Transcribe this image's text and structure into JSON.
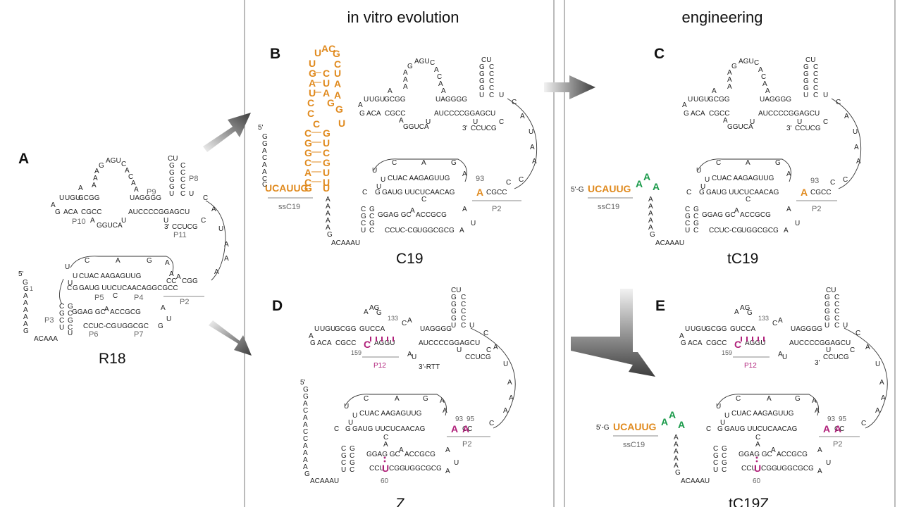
{
  "headers": {
    "evolution": "in vitro evolution",
    "engineering": "engineering"
  },
  "panels": {
    "A": {
      "letter": "A",
      "name": "R18",
      "labels": [
        "P3",
        "P4",
        "P5",
        "P6",
        "P7",
        "P8",
        "P9",
        "P10",
        "P11",
        "P2"
      ],
      "prime5": "5'",
      "prime3": "3'",
      "num1": "1"
    },
    "B": {
      "letter": "B",
      "name": "C19",
      "ss_label": "ssC19",
      "p2": "P2",
      "five": "5'",
      "three": "3'",
      "num93": "93",
      "ssseq": "UCAUUG"
    },
    "C": {
      "letter": "C",
      "name": "tC19",
      "ss_label": "ssC19",
      "p2": "P2",
      "five_g": "5'-G",
      "ucauug": "UCAUUG",
      "aaa": [
        "A",
        "A",
        "A"
      ],
      "three": "3'",
      "num93": "93"
    },
    "D": {
      "letter": "D",
      "name": "Z",
      "p2": "P2",
      "p12": "P12",
      "n93": "93",
      "n95": "95",
      "n133": "133",
      "n159": "159",
      "n60": "60",
      "rtt": "3'-RTT",
      "five": "5'"
    },
    "E": {
      "letter": "E",
      "name": "tC19Z",
      "ss_label": "ssC19",
      "p2": "P2",
      "p12": "P12",
      "five_g": "5'-G",
      "ucauug": "UCAUUG",
      "aaa": [
        "A",
        "A",
        "A"
      ],
      "n93": "93",
      "n95": "95",
      "n133": "133",
      "n159": "159",
      "n60": "60",
      "three": "3'"
    }
  },
  "colors": {
    "orange": "#e08a1e",
    "green": "#1a9a4a",
    "magenta": "#b0207a",
    "arrow": "#555555"
  }
}
